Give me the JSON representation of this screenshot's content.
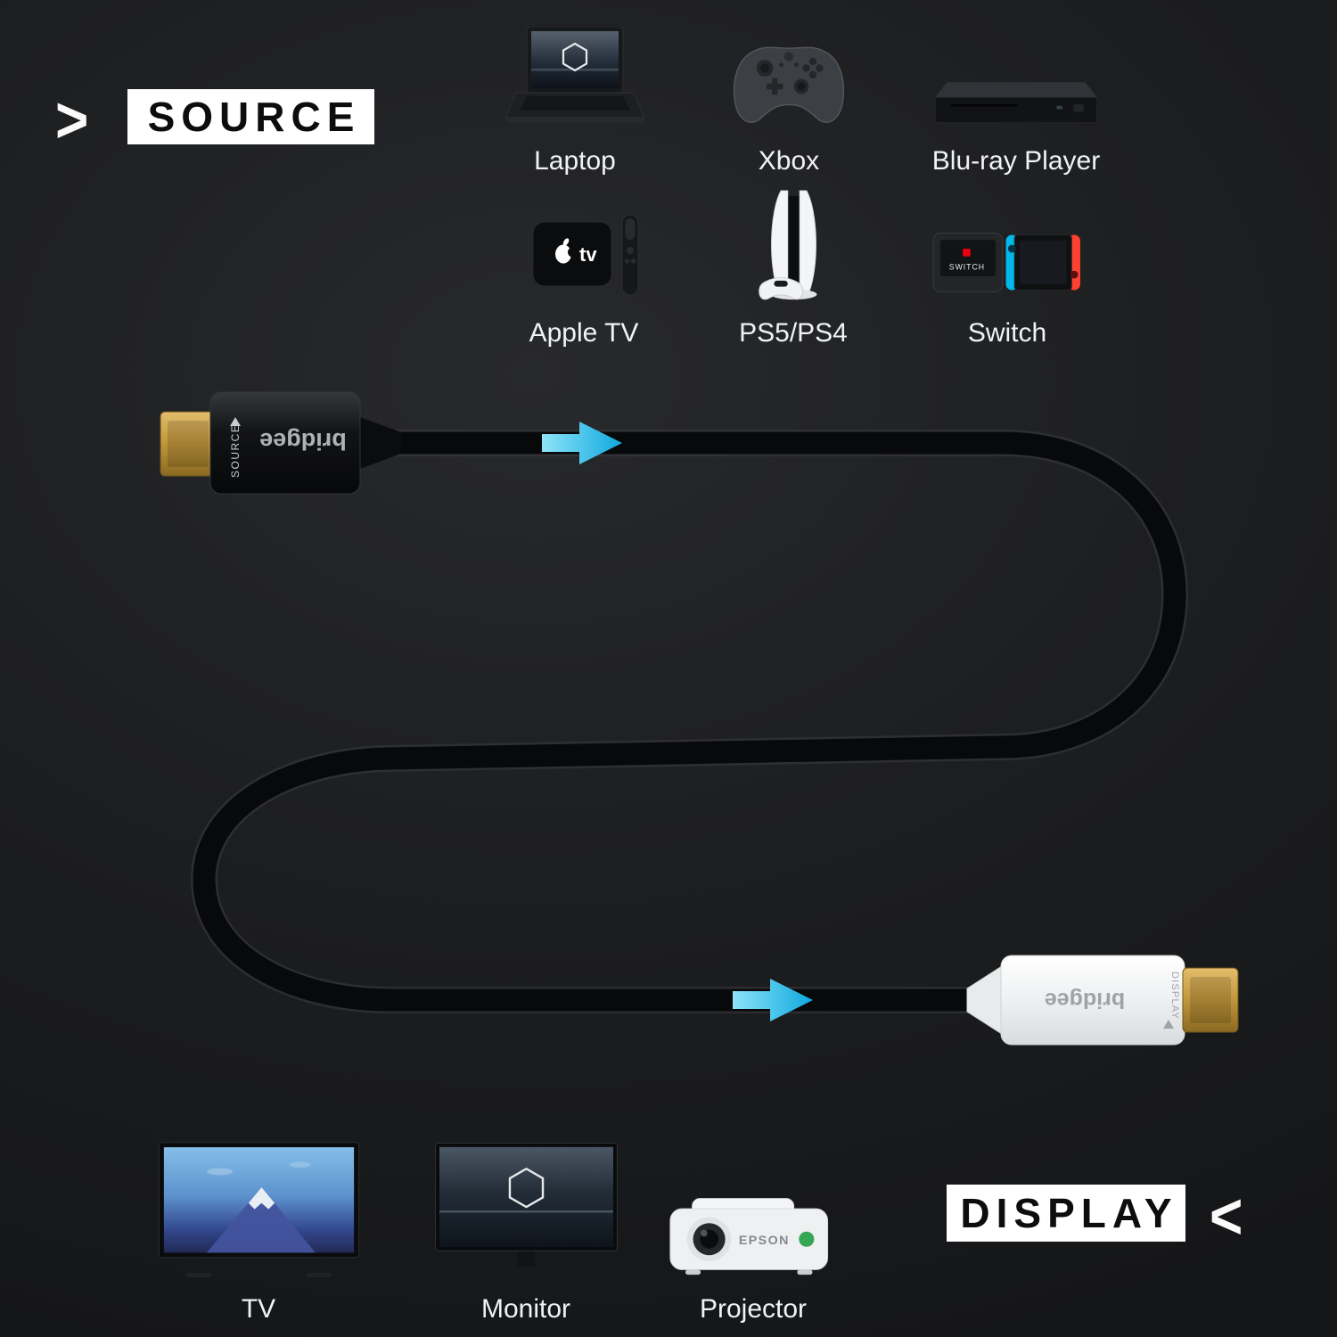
{
  "sections": {
    "source": {
      "chevron": ">",
      "label": "SOURCE"
    },
    "display": {
      "chevron": "<",
      "label": "DISPLAY"
    }
  },
  "source_devices": [
    {
      "label": "Laptop"
    },
    {
      "label": "Xbox"
    },
    {
      "label": "Blu-ray Player"
    },
    {
      "label": "Apple TV"
    },
    {
      "label": "PS5/PS4"
    },
    {
      "label": "Switch"
    }
  ],
  "display_devices": [
    {
      "label": "TV"
    },
    {
      "label": "Monitor"
    },
    {
      "label": "Projector"
    }
  ],
  "cable": {
    "source_connector": {
      "brand": "bridgee",
      "port": "SOURCE"
    },
    "display_connector": {
      "brand": "bridgee",
      "port": "DISPLAY"
    }
  },
  "device_details": {
    "apple_tv_text": "tv",
    "switch_text": "SWITCH",
    "projector_brand": "EPSON"
  },
  "colors": {
    "arrow_cyan": "#2bb7e6",
    "joycon_blue": "#00b9e8",
    "joycon_red": "#ff4132",
    "gold": "#c59a3f"
  }
}
